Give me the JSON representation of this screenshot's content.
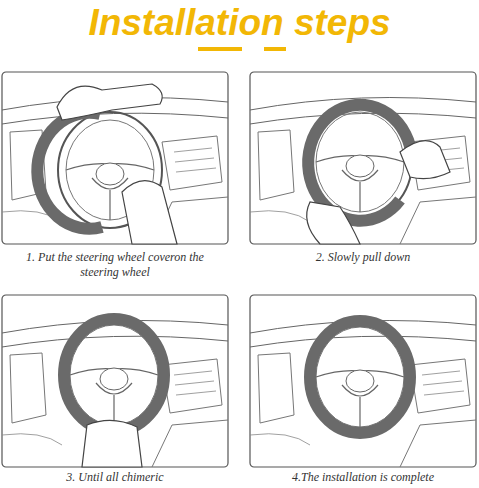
{
  "diagram": {
    "title": "Installation steps",
    "labels": [
      "1. Put the steering wheel coveron the steering wheel",
      "2. Slowly pull down",
      "3. Until all chimeric",
      "4.The installation is complete"
    ]
  }
}
